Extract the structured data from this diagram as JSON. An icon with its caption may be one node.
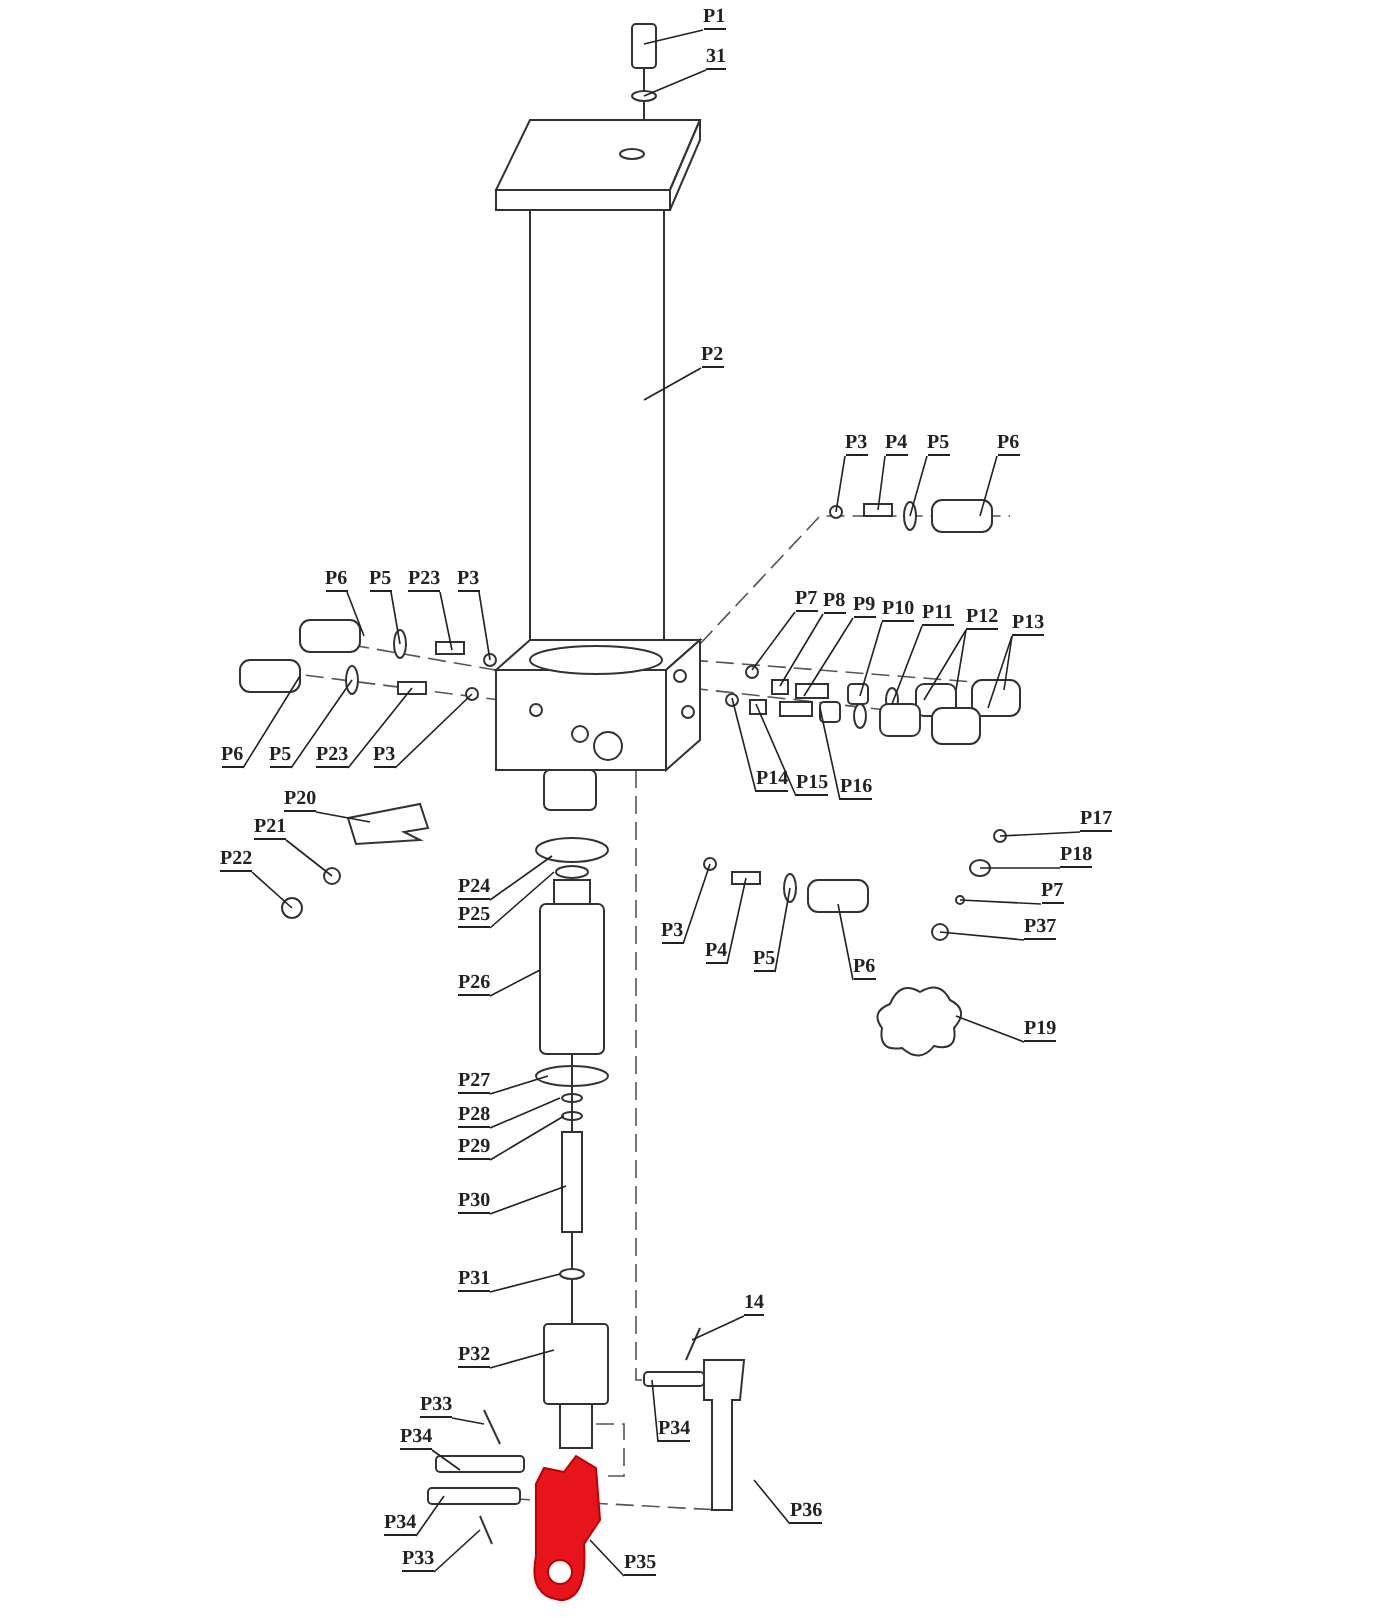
{
  "diagram": {
    "nodes": [
      {
        "text": [
          "P1"
        ]
      },
      {
        "text": [
          "31"
        ]
      },
      {
        "text": [
          "P2"
        ]
      },
      {
        "text": [
          "P6"
        ]
      },
      {
        "text": [
          "P5"
        ]
      },
      {
        "text": [
          "P23"
        ]
      },
      {
        "text": [
          "P3"
        ]
      },
      {
        "text": [
          "P6"
        ]
      },
      {
        "text": [
          "P5"
        ]
      },
      {
        "text": [
          "P23"
        ]
      },
      {
        "text": [
          "P3"
        ]
      },
      {
        "text": [
          "P3"
        ]
      },
      {
        "text": [
          "P4"
        ]
      },
      {
        "text": [
          "P5"
        ]
      },
      {
        "text": [
          "P6"
        ]
      },
      {
        "text": [
          "P7"
        ]
      },
      {
        "text": [
          "P8"
        ]
      },
      {
        "text": [
          "P9"
        ]
      },
      {
        "text": [
          "P10"
        ]
      },
      {
        "text": [
          "P11"
        ]
      },
      {
        "text": [
          "P12"
        ]
      },
      {
        "text": [
          "P13"
        ]
      },
      {
        "text": [
          "P14"
        ]
      },
      {
        "text": [
          "P15"
        ]
      },
      {
        "text": [
          "P16"
        ]
      },
      {
        "text": [
          "P3"
        ]
      },
      {
        "text": [
          "P4"
        ]
      },
      {
        "text": [
          "P5"
        ]
      },
      {
        "text": [
          "P6"
        ]
      },
      {
        "text": [
          "P17"
        ]
      },
      {
        "text": [
          "P18"
        ]
      },
      {
        "text": [
          "P7"
        ]
      },
      {
        "text": [
          "P37"
        ]
      },
      {
        "text": [
          "P19"
        ]
      },
      {
        "text": [
          "P20"
        ]
      },
      {
        "text": [
          "P21"
        ]
      },
      {
        "text": [
          "P22"
        ]
      },
      {
        "text": [
          "P24"
        ]
      },
      {
        "text": [
          "P25"
        ]
      },
      {
        "text": [
          "P26"
        ]
      },
      {
        "text": [
          "P27"
        ]
      },
      {
        "text": [
          "P28"
        ]
      },
      {
        "text": [
          "P29"
        ]
      },
      {
        "text": [
          "P30"
        ]
      },
      {
        "text": [
          "P31"
        ]
      },
      {
        "text": [
          "P32"
        ]
      },
      {
        "text": [
          "14"
        ]
      },
      {
        "text": [
          "P34"
        ]
      },
      {
        "text": [
          "P36"
        ]
      },
      {
        "text": [
          "P33"
        ]
      },
      {
        "text": [
          "P34"
        ]
      },
      {
        "text": [
          "P34"
        ]
      },
      {
        "text": [
          "P33"
        ]
      },
      {
        "text": [
          "P35"
        ]
      }
    ],
    "edges": [
      {
        "from": 0,
        "to": null,
        "arrow": "none"
      },
      {
        "from": 1,
        "to": null,
        "arrow": "none"
      },
      {
        "from": 2,
        "to": null,
        "arrow": "none"
      },
      {
        "from": 3,
        "to": null,
        "arrow": "none"
      },
      {
        "from": 4,
        "to": null,
        "arrow": "none"
      },
      {
        "from": 5,
        "to": null,
        "arrow": "none"
      },
      {
        "from": 6,
        "to": null,
        "arrow": "none"
      },
      {
        "from": 7,
        "to": null,
        "arrow": "none"
      },
      {
        "from": 8,
        "to": null,
        "arrow": "none"
      },
      {
        "from": 9,
        "to": null,
        "arrow": "none"
      },
      {
        "from": 10,
        "to": null,
        "arrow": "none"
      },
      {
        "from": 11,
        "to": null,
        "arrow": "none"
      },
      {
        "from": 12,
        "to": null,
        "arrow": "none"
      },
      {
        "from": 13,
        "to": null,
        "arrow": "none"
      },
      {
        "from": 14,
        "to": null,
        "arrow": "none"
      },
      {
        "from": 15,
        "to": null,
        "arrow": "none"
      },
      {
        "from": 16,
        "to": null,
        "arrow": "none"
      },
      {
        "from": 17,
        "to": null,
        "arrow": "none"
      },
      {
        "from": 18,
        "to": null,
        "arrow": "none"
      },
      {
        "from": 19,
        "to": null,
        "arrow": "none"
      },
      {
        "from": 20,
        "to": null,
        "arrow": "none"
      },
      {
        "from": 20,
        "to": null,
        "arrow": "none"
      },
      {
        "from": 21,
        "to": null,
        "arrow": "none"
      },
      {
        "from": 21,
        "to": null,
        "arrow": "none"
      },
      {
        "from": 22,
        "to": null,
        "arrow": "none"
      },
      {
        "from": 23,
        "to": null,
        "arrow": "none"
      },
      {
        "from": 24,
        "to": null,
        "arrow": "none"
      },
      {
        "from": 25,
        "to": null,
        "arrow": "none"
      },
      {
        "from": 26,
        "to": null,
        "arrow": "none"
      },
      {
        "from": 27,
        "to": null,
        "arrow": "none"
      },
      {
        "from": 28,
        "to": null,
        "arrow": "none"
      },
      {
        "from": 29,
        "to": null,
        "arrow": "none"
      },
      {
        "from": 30,
        "to": null,
        "arrow": "none"
      },
      {
        "from": 31,
        "to": null,
        "arrow": "none"
      },
      {
        "from": 32,
        "to": null,
        "arrow": "none"
      },
      {
        "from": 33,
        "to": null,
        "arrow": "none"
      },
      {
        "from": 34,
        "to": null,
        "arrow": "none"
      },
      {
        "from": 35,
        "to": null,
        "arrow": "none"
      },
      {
        "from": 36,
        "to": null,
        "arrow": "none"
      },
      {
        "from": 37,
        "to": null,
        "arrow": "none"
      },
      {
        "from": 38,
        "to": null,
        "arrow": "none"
      },
      {
        "from": 39,
        "to": null,
        "arrow": "none"
      },
      {
        "from": 40,
        "to": null,
        "arrow": "none"
      },
      {
        "from": 41,
        "to": null,
        "arrow": "none"
      },
      {
        "from": 42,
        "to": null,
        "arrow": "none"
      },
      {
        "from": 43,
        "to": null,
        "arrow": "none"
      },
      {
        "from": 44,
        "to": null,
        "arrow": "none"
      },
      {
        "from": 45,
        "to": null,
        "arrow": "none"
      },
      {
        "from": 46,
        "to": null,
        "arrow": "none"
      },
      {
        "from": 47,
        "to": null,
        "arrow": "none"
      },
      {
        "from": 48,
        "to": null,
        "arrow": "none"
      },
      {
        "from": 49,
        "to": null,
        "arrow": "none"
      },
      {
        "from": 50,
        "to": null,
        "arrow": "none"
      },
      {
        "from": 51,
        "to": null,
        "arrow": "none"
      },
      {
        "from": 52,
        "to": null,
        "arrow": "none"
      },
      {
        "from": 53,
        "to": null,
        "arrow": "none"
      }
    ]
  }
}
